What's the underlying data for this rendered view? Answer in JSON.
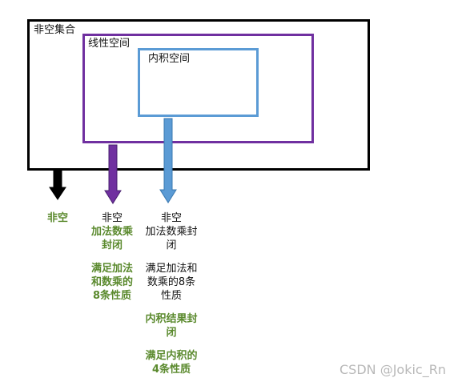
{
  "sets": {
    "nonempty": "非空集合",
    "linear": "线性空间",
    "inner": "内积空间"
  },
  "columns": {
    "col1": {
      "green1": "非空"
    },
    "col2": {
      "black1": "非空",
      "green1a": "加法数乘",
      "green1b": "封闭",
      "green2a": "满足加法",
      "green2b": "和数乘的",
      "green2c": "8条性质"
    },
    "col3": {
      "black1": "非空",
      "black2a": "加法数乘封",
      "black2b": "闭",
      "black3a": "满足加法和",
      "black3b": "数乘的8条",
      "black3c": "性质",
      "green1a": "内积结果封",
      "green1b": "闭",
      "green2a": "满足内积的",
      "green2b": "4条性质"
    }
  },
  "watermark": "CSDN @Jokic_Rn",
  "colors": {
    "nonempty_border": "#000000",
    "linear_border": "#7030a0",
    "inner_border": "#5b9bd5",
    "arrow_black": "#000000",
    "arrow_purple": "#7030a0",
    "arrow_blue": "#5b9bd5",
    "green_text": "#5b8a2e"
  }
}
